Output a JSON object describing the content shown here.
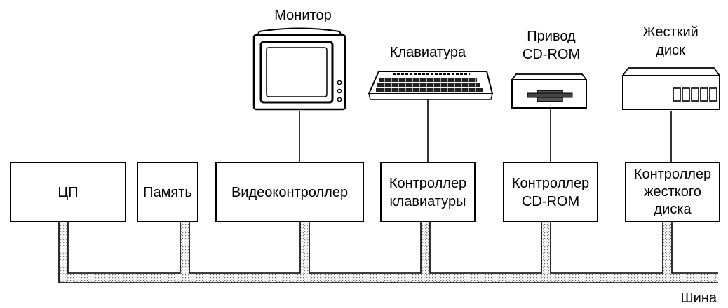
{
  "diagram": {
    "bus_label": "Шина",
    "controllers": {
      "cpu": "ЦП",
      "memory": "Память",
      "video": "Видеоконтроллер",
      "keyboard": [
        "Контроллер",
        "клавиатуры"
      ],
      "cdrom": [
        "Контроллер",
        "CD-ROM"
      ],
      "disk": [
        "Контроллер",
        "жесткого",
        "диска"
      ]
    },
    "devices": {
      "monitor": "Монитор",
      "keyboard": "Клавиатура",
      "cdrom": [
        "Привод",
        "CD-ROM"
      ],
      "disk": [
        "Жесткий",
        "диск"
      ]
    }
  }
}
